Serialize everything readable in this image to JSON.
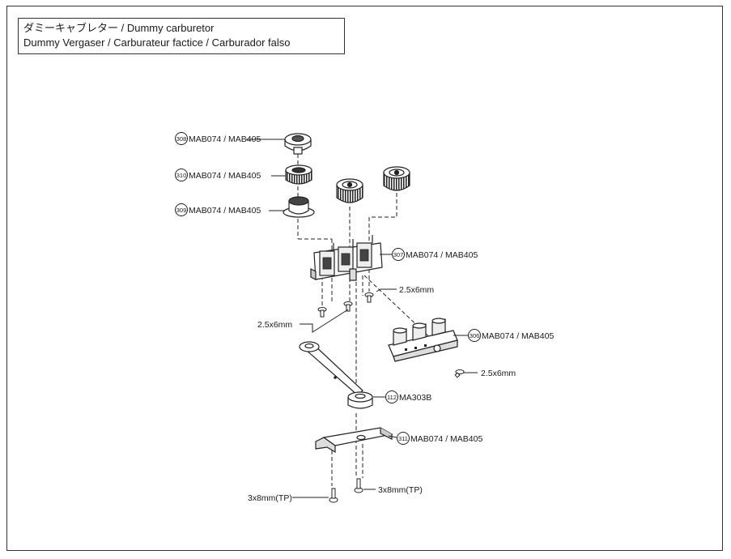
{
  "title": {
    "line1": "ダミーキャブレター / Dummy carburetor",
    "line2": "Dummy Vergaser / Carburateur factice / Carburador falso"
  },
  "parts": [
    {
      "num": "308",
      "code": "MAB074 / MAB405"
    },
    {
      "num": "310",
      "code": "MAB074 / MAB405"
    },
    {
      "num": "309",
      "code": "MAB074 / MAB405"
    },
    {
      "num": "307",
      "code": "MAB074 / MAB405"
    },
    {
      "num": "306",
      "code": "MAB074 / MAB405"
    },
    {
      "num": "112",
      "code": "MA303B"
    },
    {
      "num": "311",
      "code": "MAB074 / MAB405"
    }
  ],
  "screws": [
    {
      "label": "2.5x6mm"
    },
    {
      "label": "2.5x6mm"
    },
    {
      "label": "2.5x6mm"
    },
    {
      "label": "3x8mm(TP)"
    },
    {
      "label": "3x8mm(TP)"
    }
  ]
}
